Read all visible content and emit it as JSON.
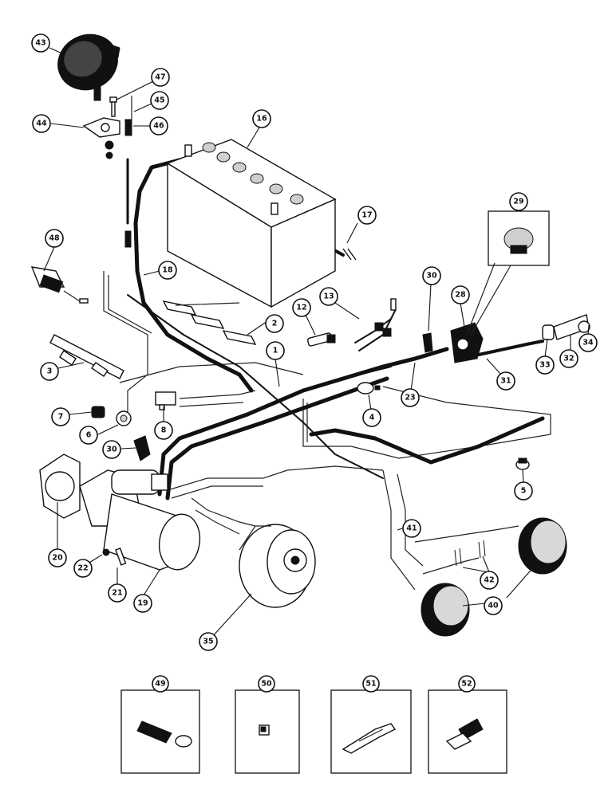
{
  "callouts": [
    {
      "id": "c43",
      "label": "43"
    },
    {
      "id": "c47",
      "label": "47"
    },
    {
      "id": "c45",
      "label": "45"
    },
    {
      "id": "c44",
      "label": "44"
    },
    {
      "id": "c46",
      "label": "46"
    },
    {
      "id": "c16",
      "label": "16"
    },
    {
      "id": "c17",
      "label": "17"
    },
    {
      "id": "c48",
      "label": "48"
    },
    {
      "id": "c18",
      "label": "18"
    },
    {
      "id": "c29",
      "label": "29"
    },
    {
      "id": "c30a",
      "label": "30"
    },
    {
      "id": "c28",
      "label": "28"
    },
    {
      "id": "c13",
      "label": "13"
    },
    {
      "id": "c12",
      "label": "12"
    },
    {
      "id": "c2",
      "label": "2"
    },
    {
      "id": "c3",
      "label": "3"
    },
    {
      "id": "c1",
      "label": "1"
    },
    {
      "id": "c34",
      "label": "34"
    },
    {
      "id": "c32",
      "label": "32"
    },
    {
      "id": "c33",
      "label": "33"
    },
    {
      "id": "c31",
      "label": "31"
    },
    {
      "id": "c23",
      "label": "23"
    },
    {
      "id": "c4",
      "label": "4"
    },
    {
      "id": "c7",
      "label": "7"
    },
    {
      "id": "c6",
      "label": "6"
    },
    {
      "id": "c8",
      "label": "8"
    },
    {
      "id": "c30b",
      "label": "30"
    },
    {
      "id": "c5",
      "label": "5"
    },
    {
      "id": "c20",
      "label": "20"
    },
    {
      "id": "c41",
      "label": "41"
    },
    {
      "id": "c22",
      "label": "22"
    },
    {
      "id": "c21",
      "label": "21"
    },
    {
      "id": "c19",
      "label": "19"
    },
    {
      "id": "c42",
      "label": "42"
    },
    {
      "id": "c40",
      "label": "40"
    },
    {
      "id": "c35",
      "label": "35"
    },
    {
      "id": "c49",
      "label": "49"
    },
    {
      "id": "c50",
      "label": "50"
    },
    {
      "id": "c51",
      "label": "51"
    },
    {
      "id": "c52",
      "label": "52"
    }
  ]
}
